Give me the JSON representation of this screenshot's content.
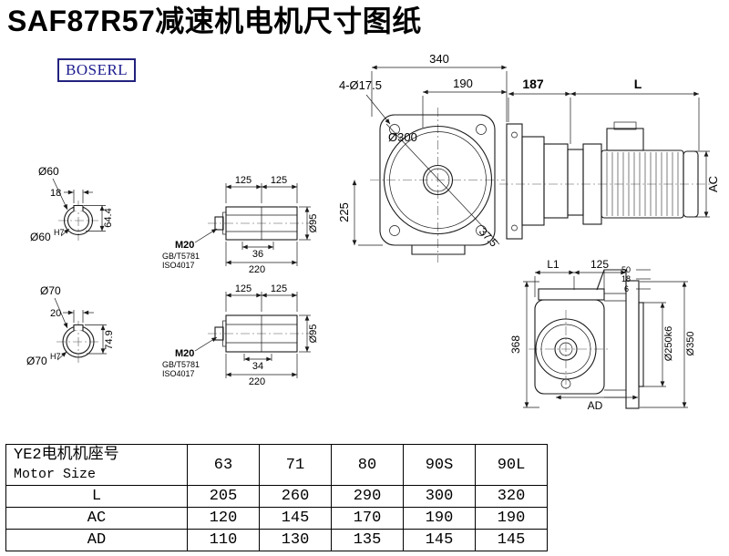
{
  "page": {
    "title": "SAF87R57减速机电机尺寸图纸",
    "brand": "BOSERL"
  },
  "colors": {
    "brand_blue": "#1b1b8e",
    "line_black": "#1a1a1a"
  },
  "front_view": {
    "overall_width": "340",
    "bolt_span": "190",
    "bolt_holes": "4-Ø17.5",
    "flange_diameter": "Ø300",
    "center_height": "225",
    "corner_offset": "37.5"
  },
  "side_view": {
    "gearbox_length": "187",
    "motor_length": "L",
    "motor_diameter": "AC"
  },
  "rear_view": {
    "len_l1": "L1",
    "len_125": "125",
    "dim_50": "50",
    "dim_18": "18",
    "dim_6": "6",
    "height_368": "368",
    "spigot": "Ø250k6",
    "flange_diameter": "Ø350",
    "dim_ad": "AD"
  },
  "shaft_section_60": {
    "diameter": "Ø60",
    "key_width": "18",
    "key_height": "64.4",
    "bore": "Ø60",
    "bore_tolerance": "H7"
  },
  "shaft_section_70": {
    "diameter": "Ø70",
    "key_width": "20",
    "key_height": "74.9",
    "bore": "Ø70",
    "bore_tolerance": "H7"
  },
  "shaft_detail_upper": {
    "len_a": "125",
    "len_b": "125",
    "thread": "M20",
    "standard_1": "GB/T5781",
    "standard_2": "ISO4017",
    "key_len": "36",
    "total_len": "220",
    "diameter": "Ø95"
  },
  "shaft_detail_lower": {
    "len_a": "125",
    "len_b": "125",
    "thread": "M20",
    "standard_1": "GB/T5781",
    "standard_2": "ISO4017",
    "key_len": "34",
    "total_len": "220",
    "diameter": "Ø95"
  },
  "table": {
    "header_cn": "YE2电机机座号",
    "header_en": "Motor Size",
    "sizes": [
      "63",
      "71",
      "80",
      "90S",
      "90L"
    ],
    "rows": [
      {
        "label": "L",
        "values": [
          "205",
          "260",
          "290",
          "300",
          "320"
        ]
      },
      {
        "label": "AC",
        "values": [
          "120",
          "145",
          "170",
          "190",
          "190"
        ]
      },
      {
        "label": "AD",
        "values": [
          "110",
          "130",
          "135",
          "145",
          "145"
        ]
      }
    ]
  }
}
